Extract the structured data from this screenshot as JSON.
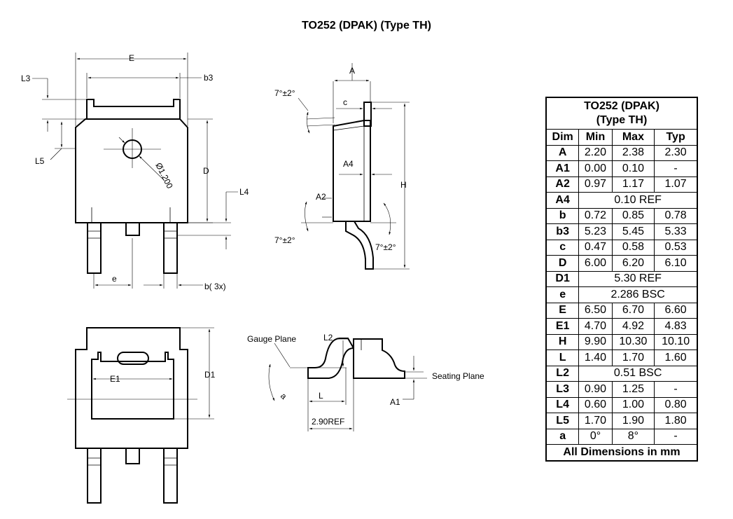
{
  "title": "TO252 (DPAK) (Type TH)",
  "table": {
    "header_line1": "TO252 (DPAK)",
    "header_line2": "(Type TH)",
    "columns": [
      "Dim",
      "Min",
      "Max",
      "Typ"
    ],
    "rows": [
      {
        "dim": "A",
        "min": "2.20",
        "max": "2.38",
        "typ": "2.30"
      },
      {
        "dim": "A1",
        "min": "0.00",
        "max": "0.10",
        "typ": "-"
      },
      {
        "dim": "A2",
        "min": "0.97",
        "max": "1.17",
        "typ": "1.07"
      },
      {
        "dim": "A4",
        "merged": "0.10 REF"
      },
      {
        "dim": "b",
        "min": "0.72",
        "max": "0.85",
        "typ": "0.78"
      },
      {
        "dim": "b3",
        "min": "5.23",
        "max": "5.45",
        "typ": "5.33"
      },
      {
        "dim": "c",
        "min": "0.47",
        "max": "0.58",
        "typ": "0.53"
      },
      {
        "dim": "D",
        "min": "6.00",
        "max": "6.20",
        "typ": "6.10"
      },
      {
        "dim": "D1",
        "merged": "5.30 REF"
      },
      {
        "dim": "e",
        "merged": "2.286 BSC"
      },
      {
        "dim": "E",
        "min": "6.50",
        "max": "6.70",
        "typ": "6.60"
      },
      {
        "dim": "E1",
        "min": "4.70",
        "max": "4.92",
        "typ": "4.83"
      },
      {
        "dim": "H",
        "min": "9.90",
        "max": "10.30",
        "typ": "10.10"
      },
      {
        "dim": "L",
        "min": "1.40",
        "max": "1.70",
        "typ": "1.60"
      },
      {
        "dim": "L2",
        "merged": "0.51 BSC"
      },
      {
        "dim": "L3",
        "min": "0.90",
        "max": "1.25",
        "typ": "-"
      },
      {
        "dim": "L4",
        "min": "0.60",
        "max": "1.00",
        "typ": "0.80"
      },
      {
        "dim": "L5",
        "min": "1.70",
        "max": "1.90",
        "typ": "1.80"
      },
      {
        "dim": "a",
        "min": "0°",
        "max": "8°",
        "typ": "-"
      }
    ],
    "footer": "All Dimensions in mm"
  },
  "labels": {
    "top": {
      "E": "E",
      "b3": "b3",
      "L3": "L3",
      "L5": "L5",
      "D": "D",
      "L4": "L4",
      "hole": "Ø1.200",
      "e": "e",
      "b": "b(  3x)"
    },
    "side": {
      "A": "A",
      "c": "c",
      "angle_top": "7°±2°",
      "A4": "A4",
      "A2": "A2",
      "H": "H",
      "angle_bottom_left": "7°±2°",
      "angle_bottom_right": "7°±2°"
    },
    "bottom": {
      "E1": "E1",
      "D1": "D1"
    },
    "lead": {
      "gauge_plane": "Gauge Plane",
      "L2": "L2",
      "seating_plane": "Seating Plane",
      "a": "a",
      "L": "L",
      "A1": "A1",
      "ref": "2.90REF"
    }
  }
}
